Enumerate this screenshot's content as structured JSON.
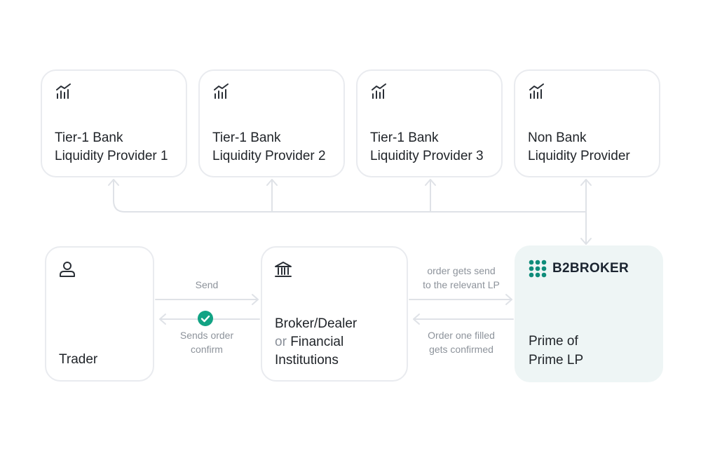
{
  "providers": [
    {
      "line1": "Tier-1 Bank",
      "line2": "Liquidity Provider 1",
      "icon": "chart-bars-icon"
    },
    {
      "line1": "Tier-1 Bank",
      "line2": "Liquidity Provider 2",
      "icon": "chart-bars-icon"
    },
    {
      "line1": "Tier-1 Bank",
      "line2": "Liquidity Provider 3",
      "icon": "chart-bars-icon"
    },
    {
      "line1": "Non Bank",
      "line2": "Liquidity Provider",
      "icon": "chart-bars-icon"
    }
  ],
  "trader": {
    "label": "Trader",
    "icon": "user-icon"
  },
  "broker": {
    "line1": "Broker/Dealer",
    "or_word": "or",
    "line2_rest": "Financial",
    "line3": "Institutions",
    "icon": "bank-building-icon"
  },
  "b2broker": {
    "brand": "B2BROKER",
    "line1": "Prime of",
    "line2": "Prime LP",
    "icon": "b2broker-logo-icon"
  },
  "edges": {
    "send": "Send",
    "sends_confirm_1": "Sends order",
    "sends_confirm_2": "confirm",
    "order_send_1": "order gets send",
    "order_send_2": "to the relevant LP",
    "order_filled_1": "Order one filled",
    "order_filled_2": "gets confirmed"
  },
  "colors": {
    "accent": "#12a384",
    "logo": "#0f8c7a",
    "highlight_bg": "#eef5f5",
    "border": "#e9ebef",
    "connector": "#dfe2e7"
  }
}
